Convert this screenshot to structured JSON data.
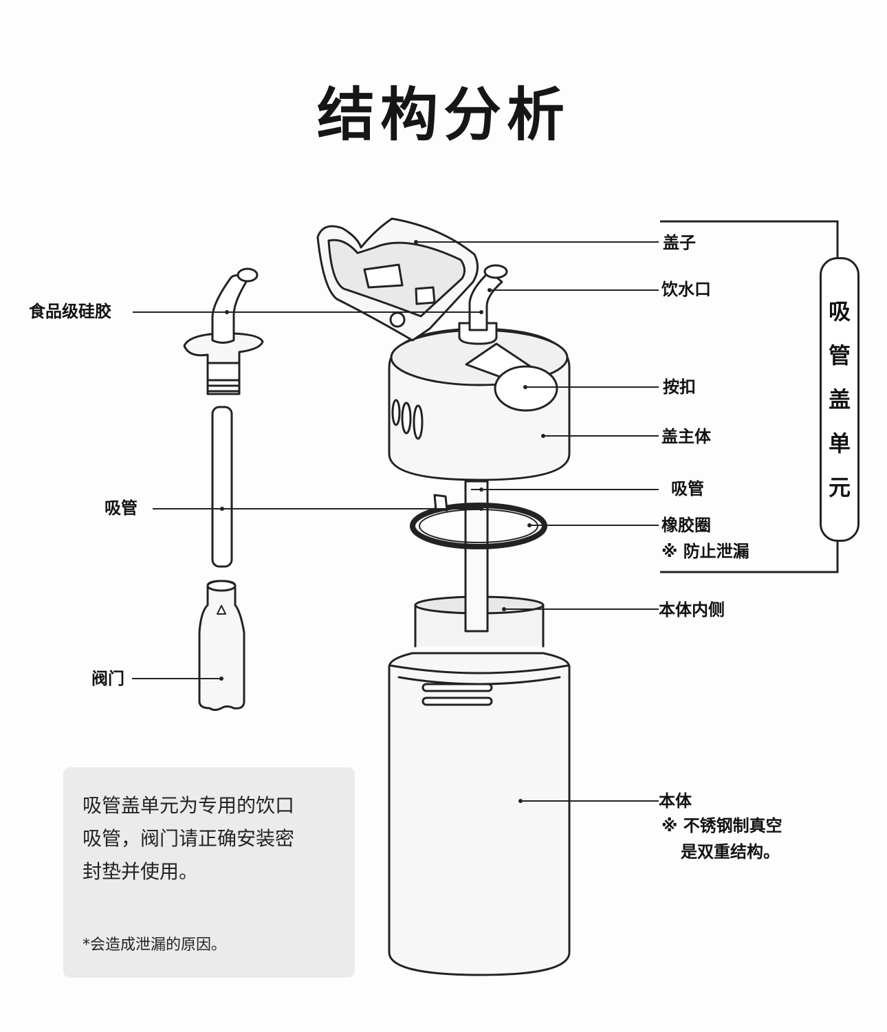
{
  "title": "结构分析",
  "labels": {
    "lid": "盖子",
    "spout": "饮水口",
    "silicone": "食品级硅胶",
    "button": "按扣",
    "lid_body": "盖主体",
    "straw_right": "吸管",
    "straw_left": "吸管",
    "gasket": "橡胶圈",
    "gasket_note": "※ 防止泄漏",
    "inner": "本体内侧",
    "valve": "阀门",
    "body": "本体",
    "body_note_1": "※ 不锈钢制真空",
    "body_note_2": "是双重结构。"
  },
  "group": [
    "吸",
    "管",
    "盖",
    "单",
    "元"
  ],
  "info": {
    "line1": "吸管盖单元为专用的饮口",
    "line2": "吸管，阀门请正确安装密",
    "line3": "封垫并使用。",
    "footnote": "*会造成泄漏的原因。"
  },
  "colors": {
    "stroke": "#222222",
    "fill": "#f7f7f7",
    "info_bg": "#ebebeb"
  }
}
